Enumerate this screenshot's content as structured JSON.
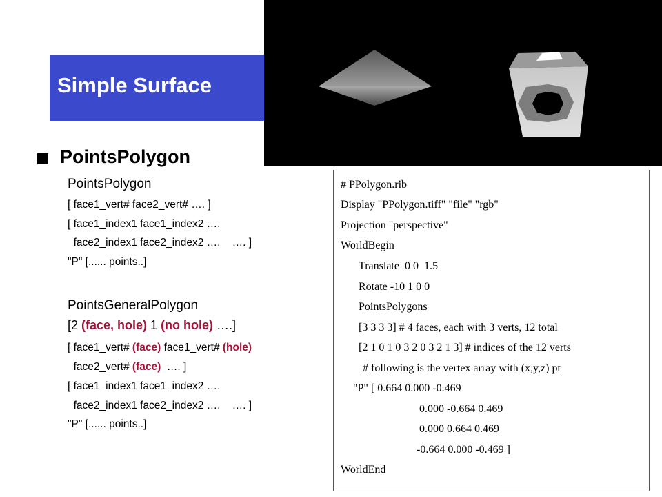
{
  "title": "Simple Surface",
  "heading": "PointsPolygon",
  "left_lines": [
    "PointsPolygon",
    "[ face1_vert# face2_vert# …. ]",
    "[ face1_index1 face1_index2 ….",
    "  face2_index1 face2_index2 ….    …. ]",
    "\"P\" [...... points..]"
  ],
  "general": {
    "title": "PointsGeneralPolygon",
    "line1": {
      "a": "[2 ",
      "b": "(face, hole)",
      "c": " 1 ",
      "d": "(no hole)",
      "e": " ….]"
    },
    "line2": {
      "a": "[ face1_vert# ",
      "b": "(face)",
      "c": " face1_vert# ",
      "d": "(hole)"
    },
    "line3": {
      "a": "  face2_vert# ",
      "b": "(face)",
      "c": "  …. ]"
    },
    "line4": "[ face1_index1 face1_index2 ….",
    "line5": "  face2_index1 face2_index2 ….    …. ]",
    "line6": "\"P\" [...... points..]"
  },
  "code_lines": [
    "# PPolygon.rib",
    "Display \"PPolygon.tiff\" \"file\" \"rgb\"",
    "Projection \"perspective\"",
    "WorldBegin",
    "Translate  0 0  1.5",
    "Rotate -10 1 0 0",
    "PointsPolygons",
    "[3 3 3 3] # 4 faces, each with 3 verts, 12 total",
    "[2 1 0 1 0 3 2 0 3 2 1 3] # indices of the 12 verts",
    "# following is the vertex array with (x,y,z) pt",
    "\"P\" [ 0.664 0.000 -0.469",
    "0.000 -0.664 0.469",
    "0.000 0.664 0.469",
    "-0.664 0.000 -0.469 ]",
    "WorldEnd"
  ],
  "colors": {
    "title_bg": "#3b49cc",
    "highlight": "#a8123a",
    "render_bg": "#000000"
  }
}
